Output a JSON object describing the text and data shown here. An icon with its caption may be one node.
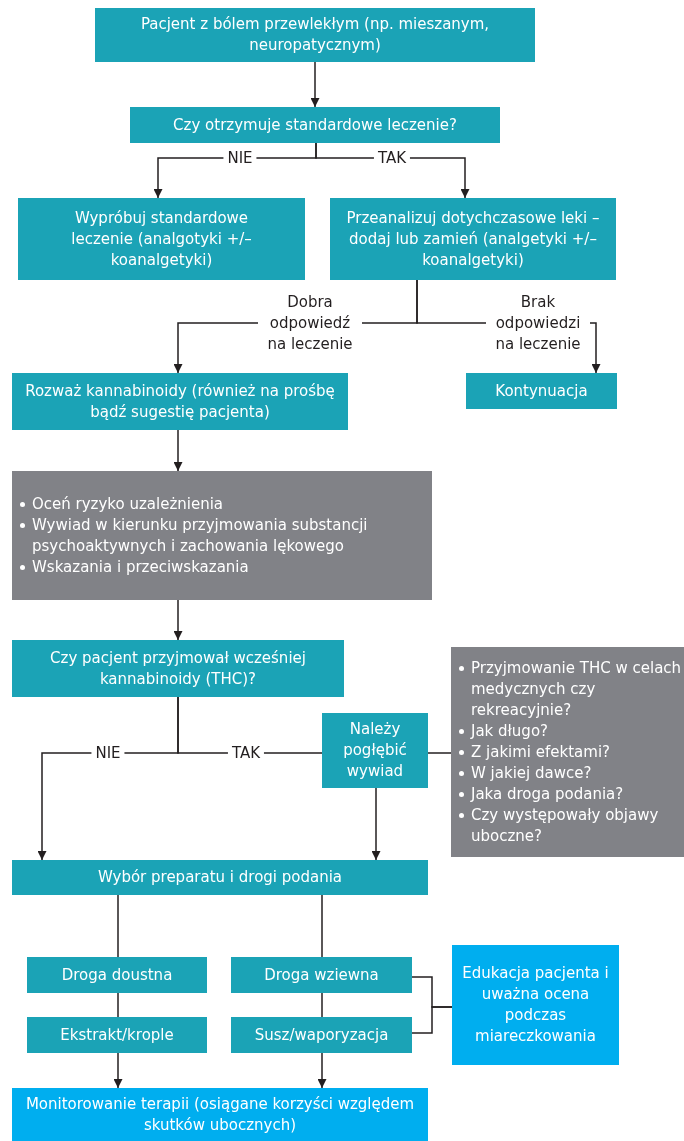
{
  "diagram": {
    "nodes": [
      {
        "text": [
          "Pacjent z bólem przewlekłym (np. mieszanym, neuropatycznym)"
        ]
      },
      {
        "text": [
          "Czy otrzymuje standardowe leczenie?"
        ]
      },
      {
        "text": [
          "Wypróbuj standardowe leczenie (analgotyki +/– koanalgetyki)"
        ]
      },
      {
        "text": [
          "Przeanalizuj dotychczasowe leki – dodaj lub zamień (analgetyki +/– koanalgetyki)"
        ]
      },
      {
        "text": [
          "Rozważ kannabinoidy (również na prośbę bądź sugestię pacjenta)"
        ]
      },
      {
        "text": [
          "Kontynuacja"
        ]
      },
      {
        "text": [
          "Oceń ryzyko uzależnienia",
          "Wywiad w kierunku przyjmowania substancji psychoaktywnych i zachowania lękowego",
          "Wskazania i przeciwskazania"
        ]
      },
      {
        "text": [
          "Czy pacjent przyjmował wcześniej kannabinoidy (THC)?"
        ]
      },
      {
        "text": [
          "Należy pogłębić wywiad"
        ]
      },
      {
        "text": [
          "Przyjmowanie THC w celach medycznych czy rekreacyjnie?",
          "Jak długo?",
          "Z jakimi efektami?",
          "W jakiej dawce?",
          "Jaka droga podania?",
          "Czy występowały objawy uboczne?"
        ]
      },
      {
        "text": [
          "Wybór preparatu i drogi podania"
        ]
      },
      {
        "text": [
          "Droga doustna"
        ]
      },
      {
        "text": [
          "Droga wziewna"
        ]
      },
      {
        "text": [
          "Ekstrakt/krople"
        ]
      },
      {
        "text": [
          "Susz/waporyzacja"
        ]
      },
      {
        "text": [
          "Edukacja pacjenta i uważna ocena podczas miareczkowania"
        ]
      },
      {
        "text": [
          "Monitorowanie terapii (osiągane korzyści względem skutków ubocznych)"
        ]
      }
    ],
    "edges": [
      {
        "from": 0,
        "to": 1,
        "arrow": "to"
      },
      {
        "from": 1,
        "to": 2,
        "arrow": "to",
        "label": "NIE"
      },
      {
        "from": 1,
        "to": 3,
        "arrow": "to",
        "label": "TAK"
      },
      {
        "from": 3,
        "to": 4,
        "arrow": "to",
        "label": "Dobra odpowiedź na leczenie"
      },
      {
        "from": 3,
        "to": 5,
        "arrow": "to",
        "label": "Brak odpowiedzi na leczenie"
      },
      {
        "from": 4,
        "to": 6,
        "arrow": "to"
      },
      {
        "from": 6,
        "to": 7,
        "arrow": "to"
      },
      {
        "from": 7,
        "to": 10,
        "arrow": "to",
        "label": "NIE"
      },
      {
        "from": 7,
        "to": 8,
        "arrow": "none",
        "label": "TAK"
      },
      {
        "from": 8,
        "to": 9,
        "arrow": "none"
      },
      {
        "from": 8,
        "to": 10,
        "arrow": "to"
      },
      {
        "from": 10,
        "to": 11,
        "arrow": "none"
      },
      {
        "from": 10,
        "to": 12,
        "arrow": "none"
      },
      {
        "from": 11,
        "to": 13,
        "arrow": "none"
      },
      {
        "from": 12,
        "to": 14,
        "arrow": "none"
      },
      {
        "from": 13,
        "to": 16,
        "arrow": "to"
      },
      {
        "from": 14,
        "to": 16,
        "arrow": "to"
      },
      {
        "from": 12,
        "to": 15,
        "arrow": "none"
      },
      {
        "from": 14,
        "to": 15,
        "arrow": "none"
      }
    ]
  }
}
